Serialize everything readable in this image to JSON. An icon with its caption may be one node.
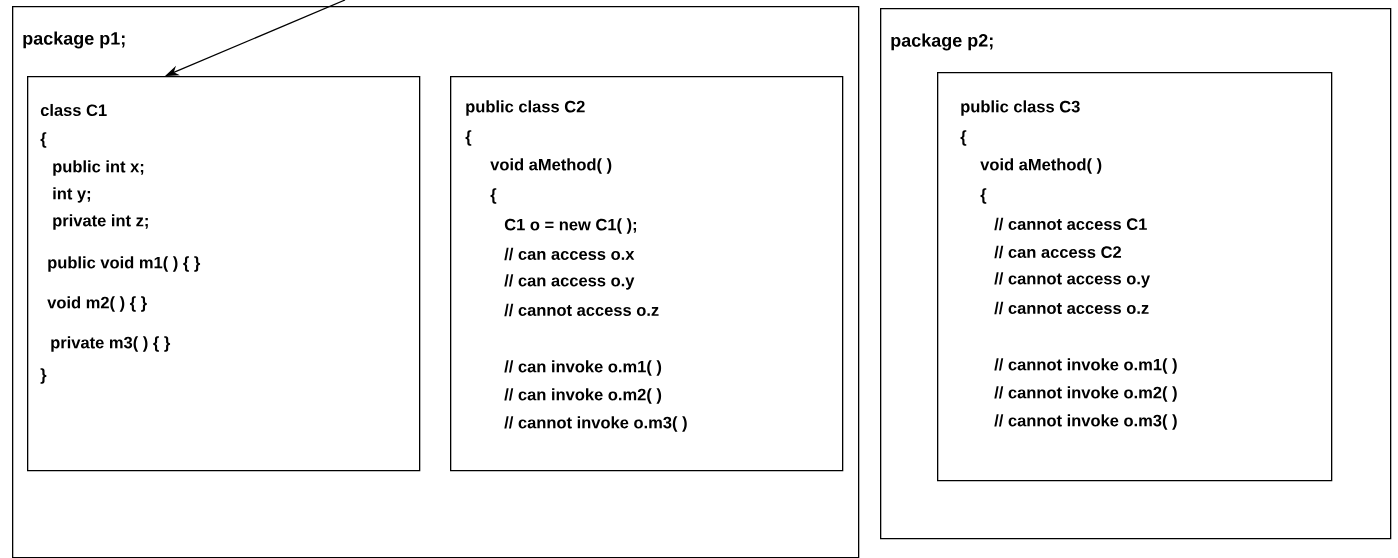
{
  "diagram": {
    "nodes": [
      {
        "text": [
          "package p1;"
        ]
      },
      {
        "text": [
          "class C1",
          "{",
          "public int x;",
          "int y;",
          "private int z;",
          "public void m1( ) { }",
          "void m2( ) { }",
          "private m3( ) { }",
          "}"
        ],
        "in": 0
      },
      {
        "text": [
          "public class C2",
          "{",
          "void aMethod( )",
          "{",
          "C1 o = new C1( );",
          "// can access o.x",
          "// can access o.y",
          "// cannot access o.z",
          "// can invoke o.m1( )",
          "// can invoke o.m2( )",
          "// cannot invoke o.m3( )"
        ],
        "in": 0
      },
      {
        "text": [
          "package p2;"
        ]
      },
      {
        "text": [
          "public class C3",
          "{",
          "void aMethod( )",
          "{",
          "// cannot access C1",
          "// can access C2",
          "// cannot access o.y",
          "// cannot access o.z",
          "// cannot invoke o.m1( )",
          "// cannot invoke o.m2( )",
          "// cannot invoke o.m3( )"
        ],
        "in": 3
      }
    ],
    "edges": [
      {
        "from": null,
        "to": 1,
        "arrow": "to"
      }
    ]
  }
}
